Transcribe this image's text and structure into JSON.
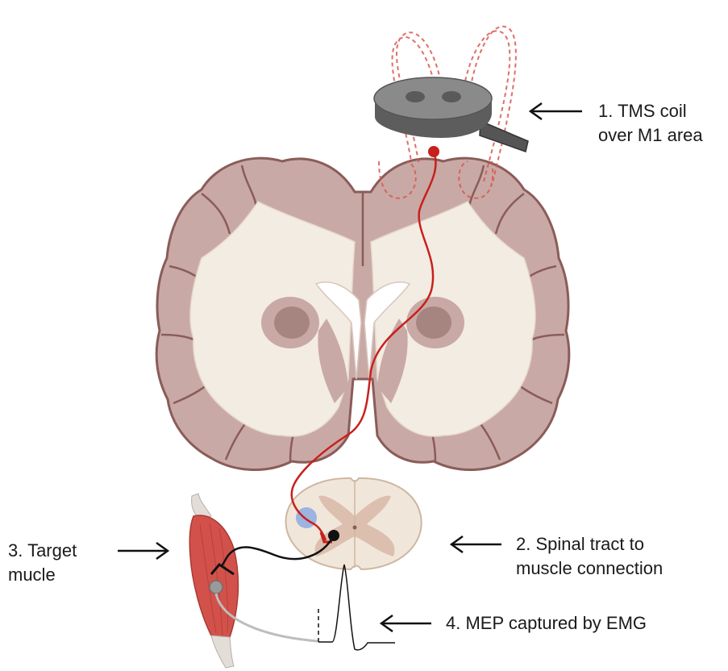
{
  "labels": {
    "coil_line1": "1. TMS coil",
    "coil_line2": "over M1 area",
    "spinal_line1": "2. Spinal tract to",
    "spinal_line2": "muscle connection",
    "muscle_line1": "3. Target",
    "muscle_line2": "mucle",
    "mep": "4. MEP captured by EMG"
  },
  "colors": {
    "brain_cortex": "#c9a9a6",
    "brain_outline": "#8a5c58",
    "white_matter": "#f3ece3",
    "ventricle": "#ffffff",
    "deep_nuclei": "#a68580",
    "spinal_white": "#f1e6da",
    "spinal_grey": "#dcbfae",
    "spinal_dot": "#9db4e0",
    "muscle": "#d2524b",
    "tendon": "#e3ddd8",
    "pathway_red": "#c8201c",
    "pathway_black": "#111111",
    "coil_body": "#5d5d5d",
    "coil_top": "#8a8a8a",
    "field_lines": "#d9574f",
    "arrows": "#111111"
  }
}
